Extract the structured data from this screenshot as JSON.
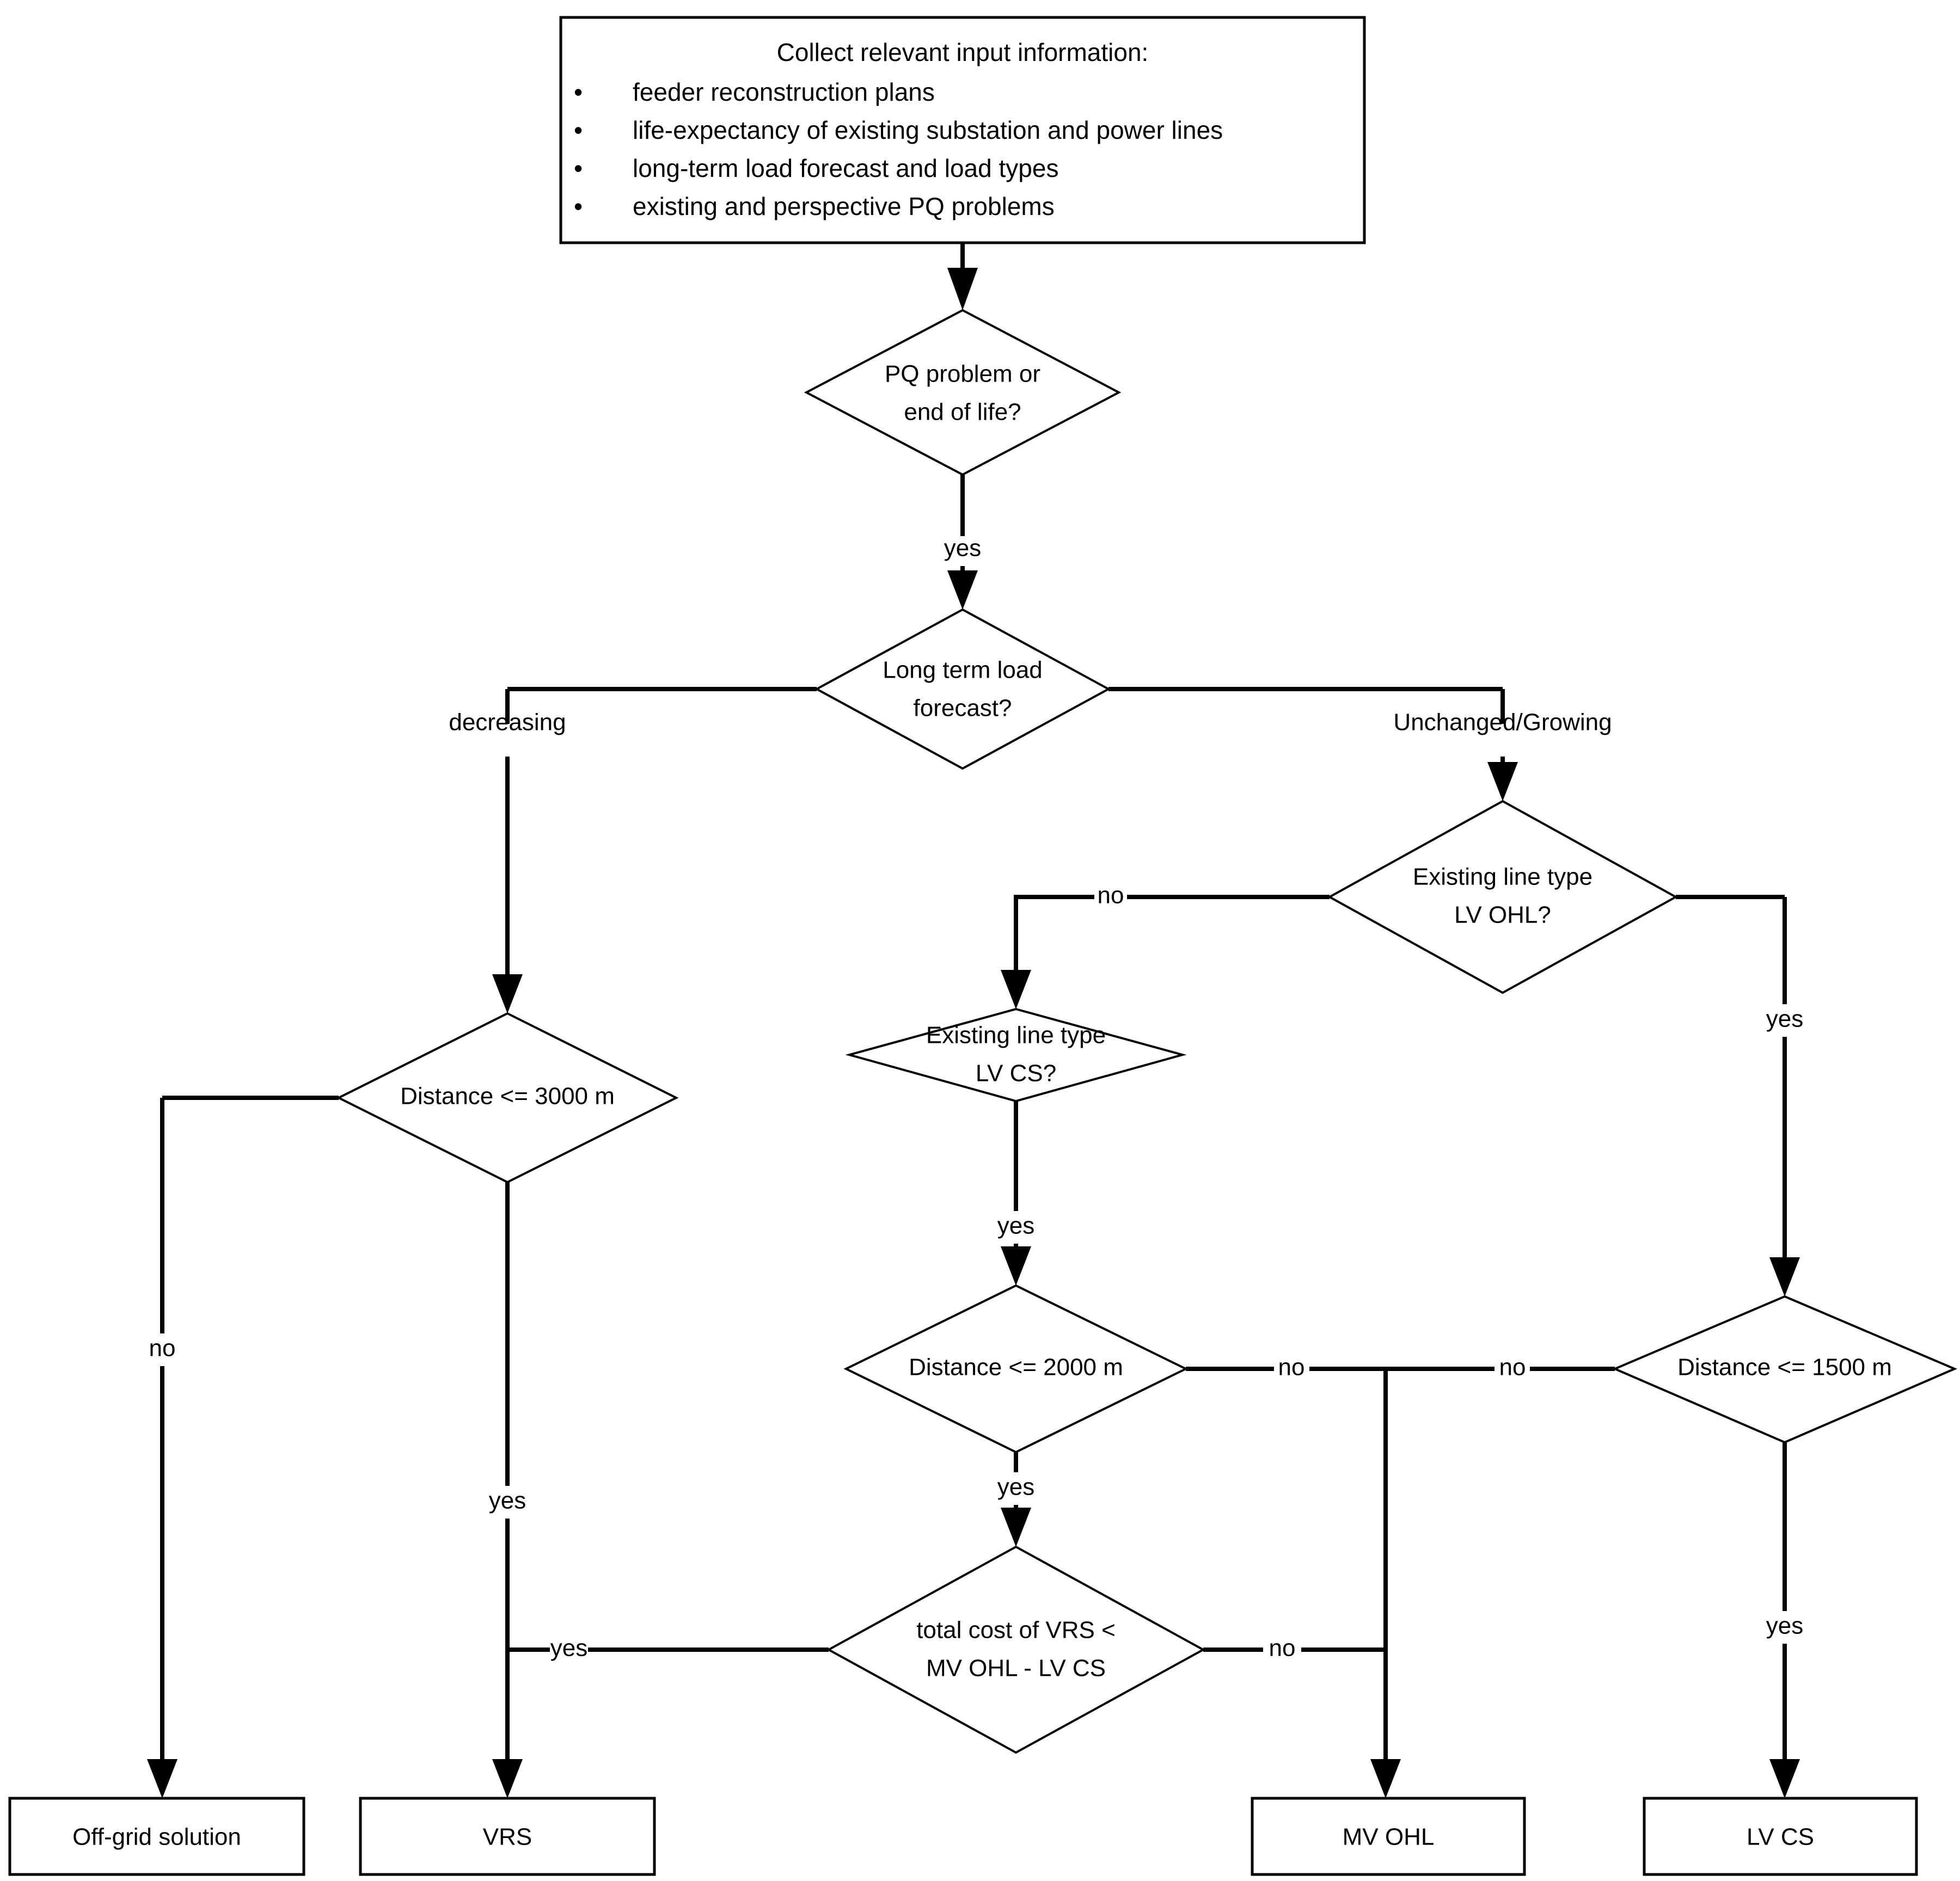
{
  "diagram": {
    "title": "Distribution network reconstruction decision flowchart",
    "colors": {
      "stroke": "#000000",
      "fill": "#ffffff",
      "text": "#000000"
    },
    "start": {
      "heading": "Collect relevant input information:",
      "bullet_glyph": "•",
      "bullets": [
        "feeder reconstruction plans",
        "life-expectancy of existing substation and power lines",
        "long-term load forecast and load types",
        "existing and perspective PQ problems"
      ]
    },
    "decisions": {
      "pq": {
        "line1": "PQ problem or",
        "line2": "end of life?"
      },
      "forecast": {
        "line1": "Long term load",
        "line2": "forecast?"
      },
      "line_type_ohl": {
        "line1": "Existing line type",
        "line2": "LV OHL?"
      },
      "dist3000": {
        "line1": "Distance <= 3000 m",
        "line2": ""
      },
      "line_type_cs": {
        "line1": "Existing line type",
        "line2": "LV CS?"
      },
      "dist2000": {
        "line1": "Distance  <= 2000 m",
        "line2": ""
      },
      "dist1500": {
        "line1": "Distance  <= 1500 m",
        "line2": ""
      },
      "cost": {
        "line1": "total cost of VRS  <",
        "line2": "MV OHL - LV CS"
      }
    },
    "terminals": {
      "offgrid": "Off-grid solution",
      "vrs": "VRS",
      "mvohl": "MV OHL",
      "lvcs": "LV CS"
    },
    "edge_labels": {
      "pq_yes": "yes",
      "forecast_decreasing": "decreasing",
      "forecast_unchanged": "Unchanged/Growing",
      "ohl_no": "no",
      "ohl_yes": "yes",
      "dist3000_no": "no",
      "dist3000_yes": "yes",
      "cs_yes": "yes",
      "dist2000_no": "no",
      "dist2000_yes": "yes",
      "dist1500_no": "no",
      "dist1500_yes": "yes",
      "cost_yes": "yes",
      "cost_no": "no"
    }
  }
}
